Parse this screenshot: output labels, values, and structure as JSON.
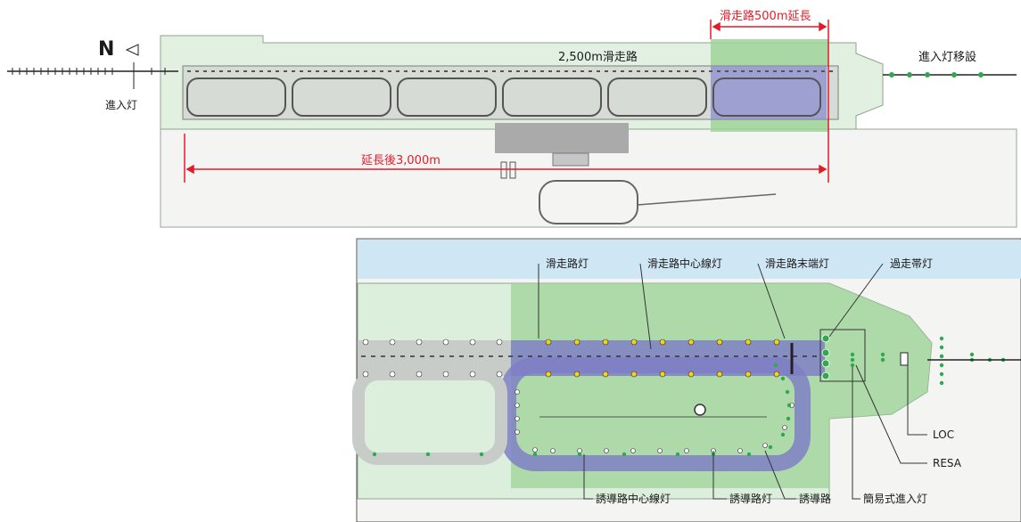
{
  "top_plan": {
    "north_symbol": "N",
    "approach_light_label": "進入灯",
    "runway_label": "2,500m滑走路",
    "extension_label": "滑走路500m延長",
    "total_length_label": "延長後3,000m",
    "relocation_label": "進入灯移設"
  },
  "detail": {
    "callouts": {
      "runway_edge_lights": "滑走路灯",
      "runway_centerline_lights": "滑走路中心線灯",
      "runway_end_lights": "滑走路末端灯",
      "overrun_lights": "過走帯灯",
      "loc": "LOC",
      "resa": "RESA",
      "taxiway_centerline_lights": "誘導路中心線灯",
      "taxiway_edge_lights": "誘導路灯",
      "taxiway": "誘導路",
      "simple_approach_lights": "簡易式進入灯"
    }
  },
  "colors": {
    "extension_green": "#9fd39a",
    "runway_purple": "#7f7fc4",
    "land_green": "#dcefdc",
    "sea_blue": "#cfe6f5",
    "annotation_red": "#e11d2a",
    "yellow_light": "#f2d21b",
    "green_light": "#2fa84f"
  }
}
